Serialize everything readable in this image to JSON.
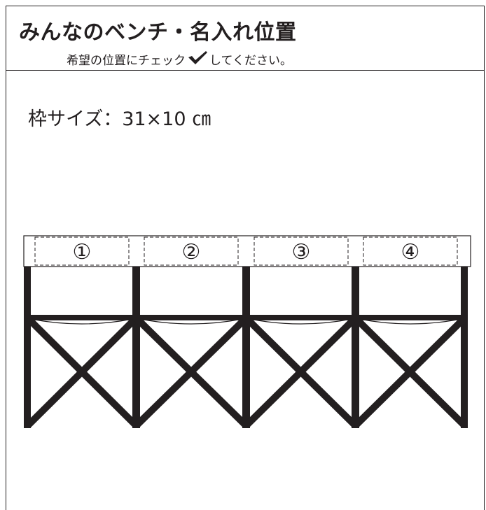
{
  "header": {
    "title": "みんなのベンチ・名入れ位置",
    "subtitle_before": "希望の位置にチェック",
    "subtitle_after": "してください。",
    "check_icon": "checkmark-icon"
  },
  "frame_size": {
    "label": "枠サイズ：31×10 ㎝"
  },
  "bench": {
    "positions": [
      "①",
      "②",
      "③",
      "④"
    ],
    "color": "#231f20"
  }
}
